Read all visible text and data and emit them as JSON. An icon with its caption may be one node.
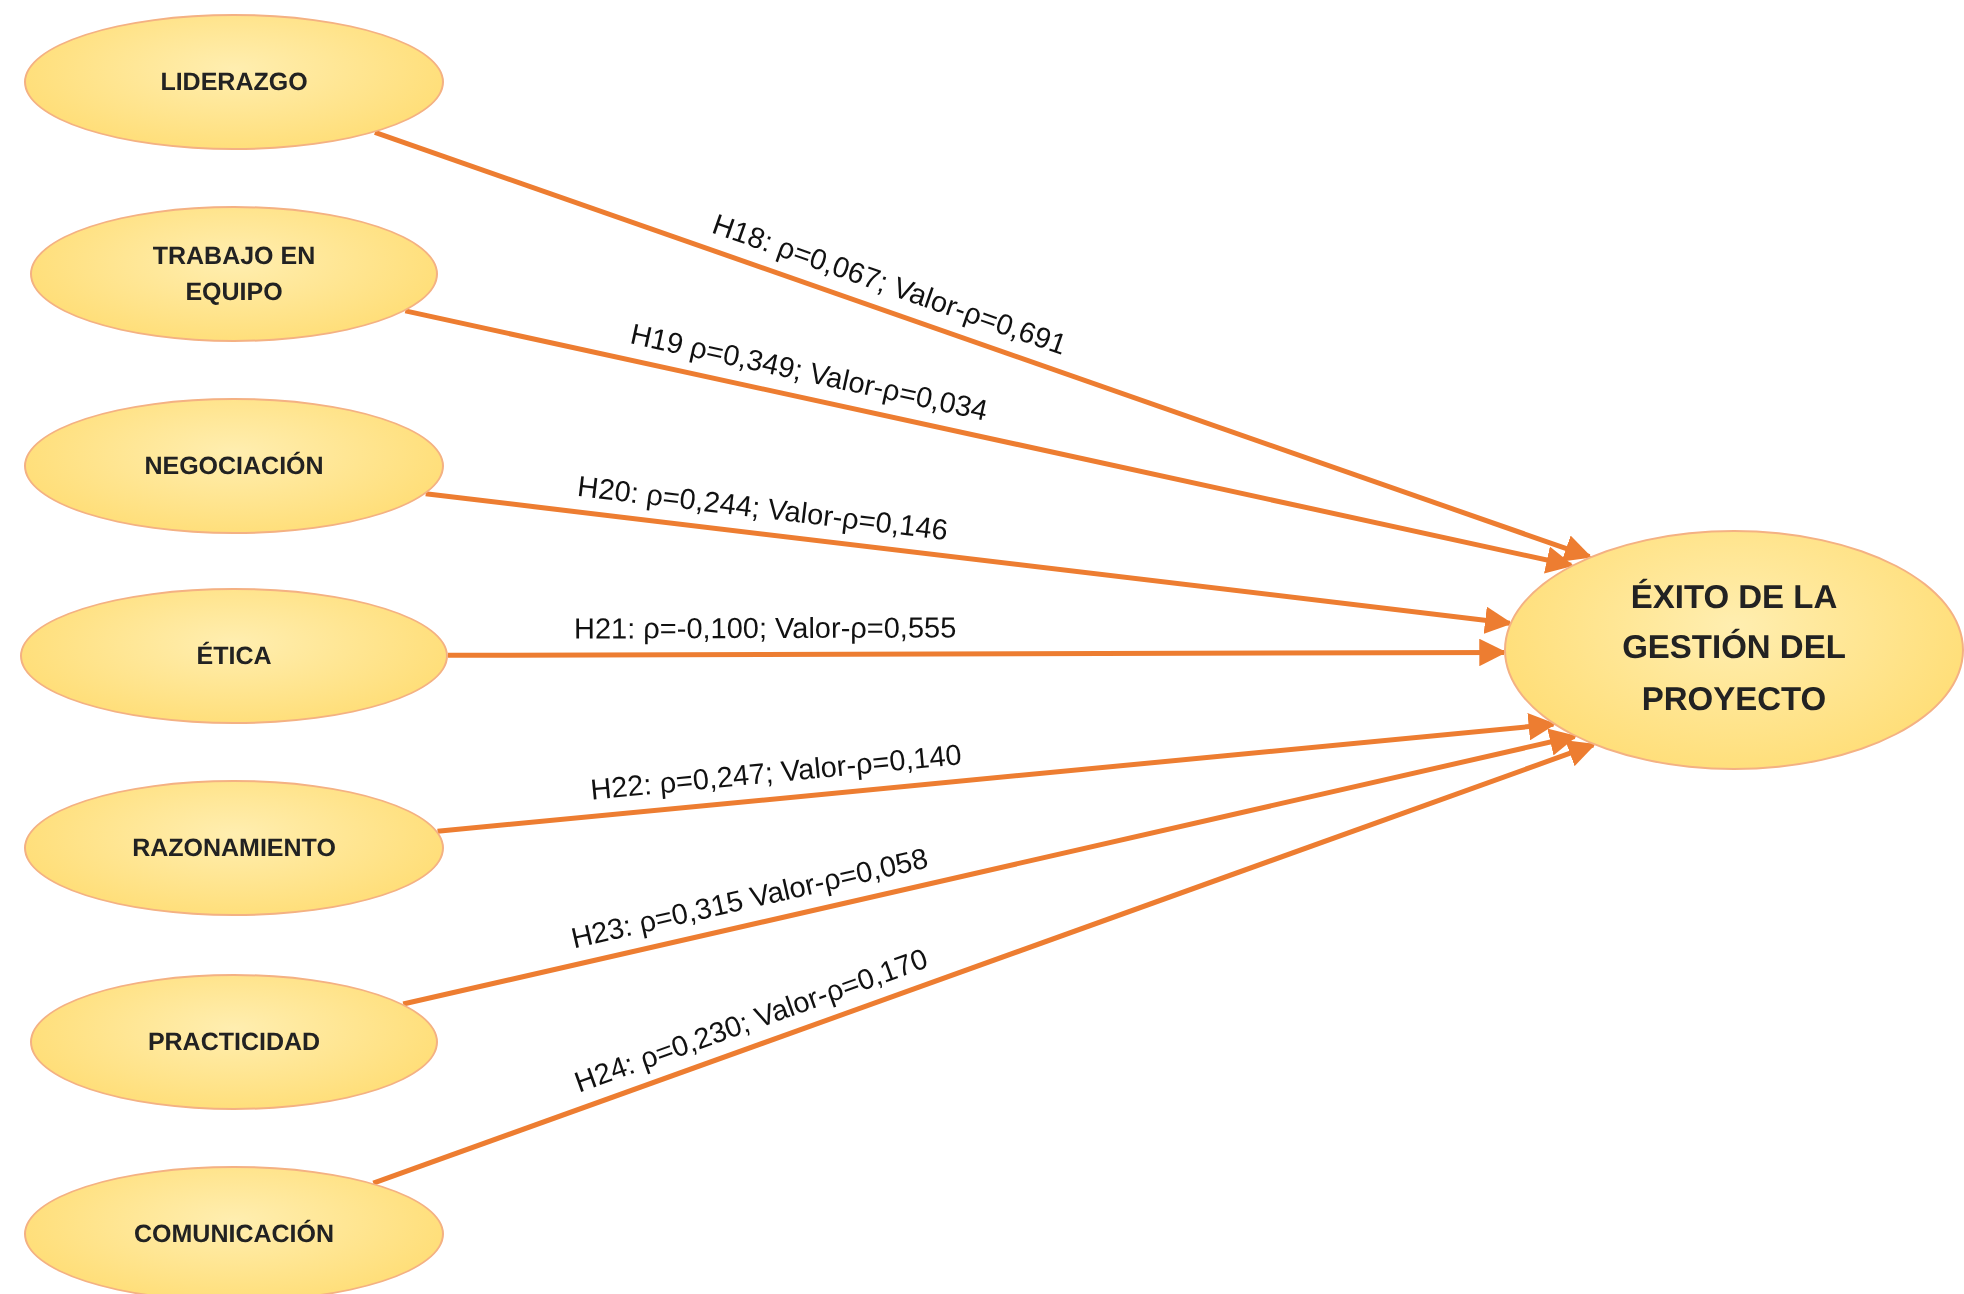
{
  "diagram": {
    "nodes": [
      {
        "text": [
          "LIDERAZGO"
        ]
      },
      {
        "text": [
          "TRABAJO EN EQUIPO"
        ]
      },
      {
        "text": [
          "NEGOCIACIÓN"
        ]
      },
      {
        "text": [
          "ÉTICA"
        ]
      },
      {
        "text": [
          "RAZONAMIENTO"
        ]
      },
      {
        "text": [
          "PRACTICIDAD"
        ]
      },
      {
        "text": [
          "COMUNICACIÓN"
        ]
      },
      {
        "text": [
          "ÉXITO DE LA GESTIÓN DEL PROYECTO"
        ]
      }
    ],
    "edges": [
      {
        "from": 0,
        "to": 7,
        "arrow": "to",
        "label": "H18: ρ=0,067; Valor-ρ=0,691"
      },
      {
        "from": 1,
        "to": 7,
        "arrow": "to",
        "label": "H19 ρ=0,349; Valor-ρ=0,034"
      },
      {
        "from": 2,
        "to": 7,
        "arrow": "to",
        "label": "H20: ρ=0,244; Valor-ρ=0,146"
      },
      {
        "from": 3,
        "to": 7,
        "arrow": "to",
        "label": "H21: ρ=-0,100; Valor-ρ=0,555"
      },
      {
        "from": 4,
        "to": 7,
        "arrow": "to",
        "label": "H22: ρ=0,247; Valor-ρ=0,140"
      },
      {
        "from": 5,
        "to": 7,
        "arrow": "to",
        "label": "H23: ρ=0,315 Valor-ρ=0,058"
      },
      {
        "from": 6,
        "to": 7,
        "arrow": "to",
        "label": "H24: ρ=0,230; Valor-ρ=0,170"
      }
    ]
  }
}
